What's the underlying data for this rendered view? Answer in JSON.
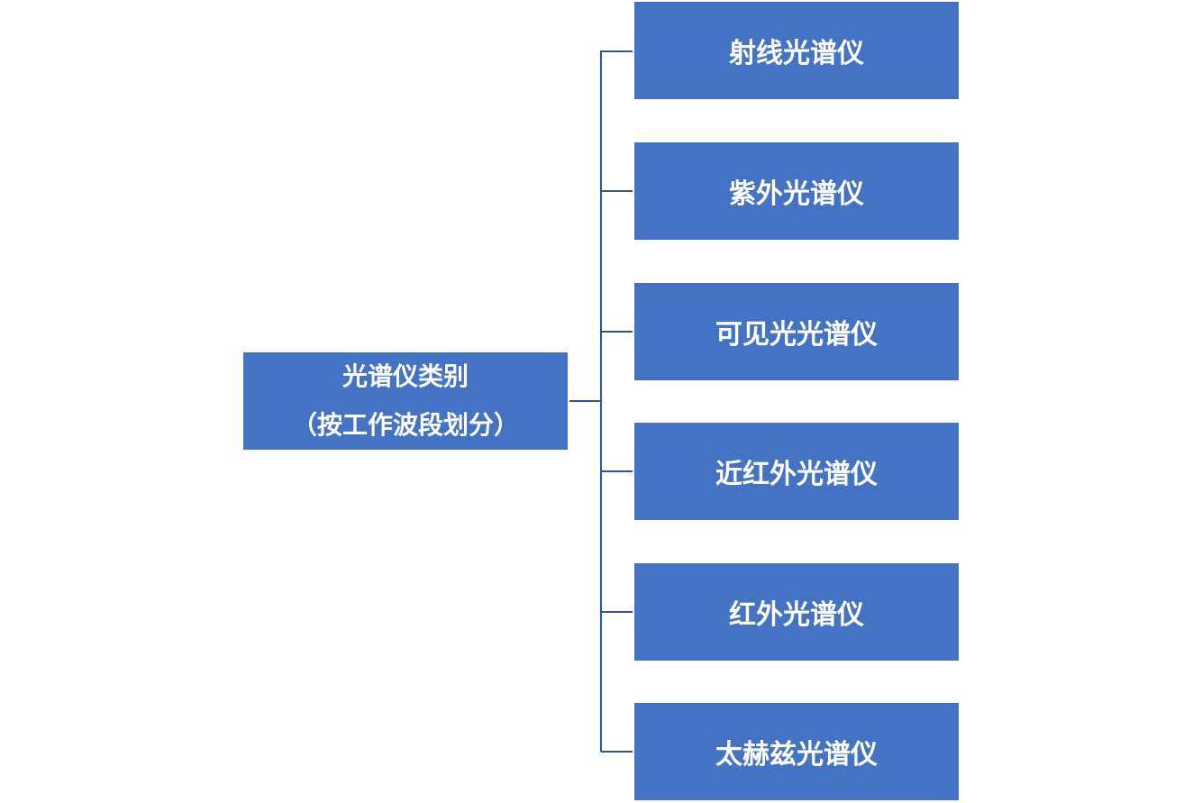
{
  "root": {
    "line1": "光谱仪类别",
    "line2": "（按工作波段划分）"
  },
  "children": [
    {
      "label": "射线光谱仪"
    },
    {
      "label": "紫外光谱仪"
    },
    {
      "label": "可见光光谱仪"
    },
    {
      "label": "近红外光谱仪"
    },
    {
      "label": "红外光谱仪"
    },
    {
      "label": "太赫兹光谱仪"
    }
  ],
  "colors": {
    "box": "#4472C4",
    "connector": "#2F5597",
    "text": "#FFFFFF"
  }
}
